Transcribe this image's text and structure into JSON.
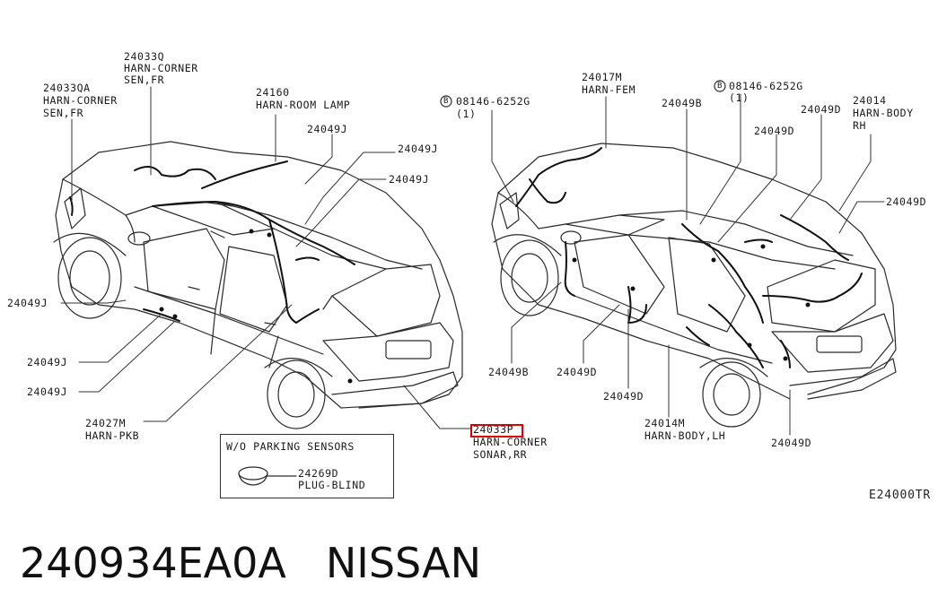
{
  "diagram": {
    "labels": {
      "l_24033qa": "24033QA",
      "l_harn_corner_fr1": "HARN-CORNER",
      "l_sen_fr1": "SEN,FR",
      "l_24033q": "24033Q",
      "l_harn_corner_fr2": "HARN-CORNER",
      "l_sen_fr2": "SEN,FR",
      "l_24160": "24160",
      "l_harn_room_lamp": "HARN-ROOM LAMP",
      "l_24049j_a": "24049J",
      "l_24049j_b": "24049J",
      "l_24049j_c": "24049J",
      "l_24049j_d": "24049J",
      "l_24049j_e": "24049J",
      "l_24049j_f": "24049J",
      "l_24027m": "24027M",
      "l_harn_pkb": "HARN-PKB",
      "l_24033p": "24033P",
      "l_harn_corner_rr": "HARN-CORNER",
      "l_sonar_rr": "SONAR,RR",
      "l_wo_parking": "W/O PARKING SENSORS",
      "l_24269d": "24269D",
      "l_plug_blind": "PLUG-BLIND",
      "l_bolt1_num": "08146-6252G",
      "l_bolt1_qty": "(1)",
      "l_bolt2_num": "08146-6252G",
      "l_bolt2_qty": "(1)",
      "l_bolt_symbol": "B",
      "l_24017m": "24017M",
      "l_harn_fem": "HARN-FEM",
      "l_24049b_a": "24049B",
      "l_24049b_b": "24049B",
      "l_24049d_a": "24049D",
      "l_24049d_b": "24049D",
      "l_24049d_c": "24049D",
      "l_24049d_d": "24049D",
      "l_24049d_e": "24049D",
      "l_24049d_f": "24049D",
      "l_24014": "24014",
      "l_harn_body": "HARN-BODY",
      "l_rh": "RH",
      "l_24014m": "24014M",
      "l_harn_body_lh": "HARN-BODY,LH",
      "diagram_code": "E24000TR"
    },
    "highlight_color": "#e00000"
  },
  "footer": {
    "part_number": "240934EA0A",
    "brand": "NISSAN"
  }
}
